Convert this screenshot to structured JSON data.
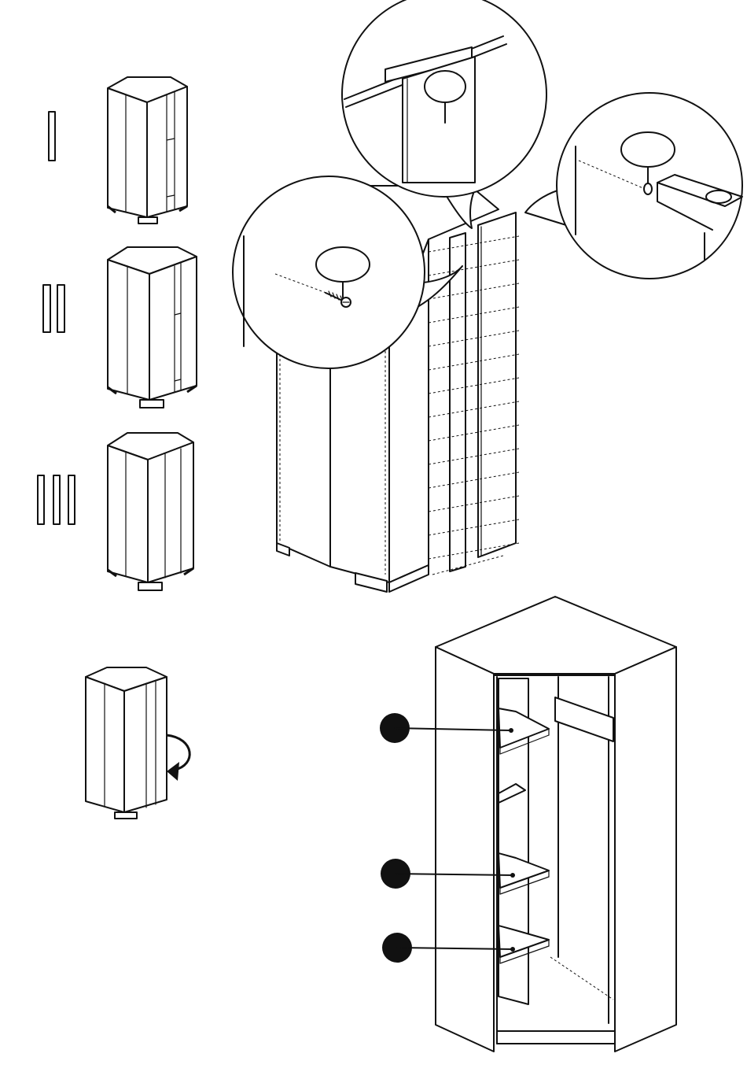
{
  "sheet": {
    "description_free": true,
    "ink_color": "#111111",
    "paper_color": "#ffffff"
  },
  "variants": [
    {
      "door_count": 1
    },
    {
      "door_count": 2
    },
    {
      "door_count": 3
    }
  ],
  "shelf_markers": [
    {
      "marker": "filled-dot"
    },
    {
      "marker": "filled-dot"
    },
    {
      "marker": "filled-dot"
    }
  ],
  "icons": {
    "variant_marker": "door-bar-icon",
    "rotate": "rotate-arrow-icon",
    "screw": "screw-icon",
    "callout": "magnifier-callout-icon"
  }
}
